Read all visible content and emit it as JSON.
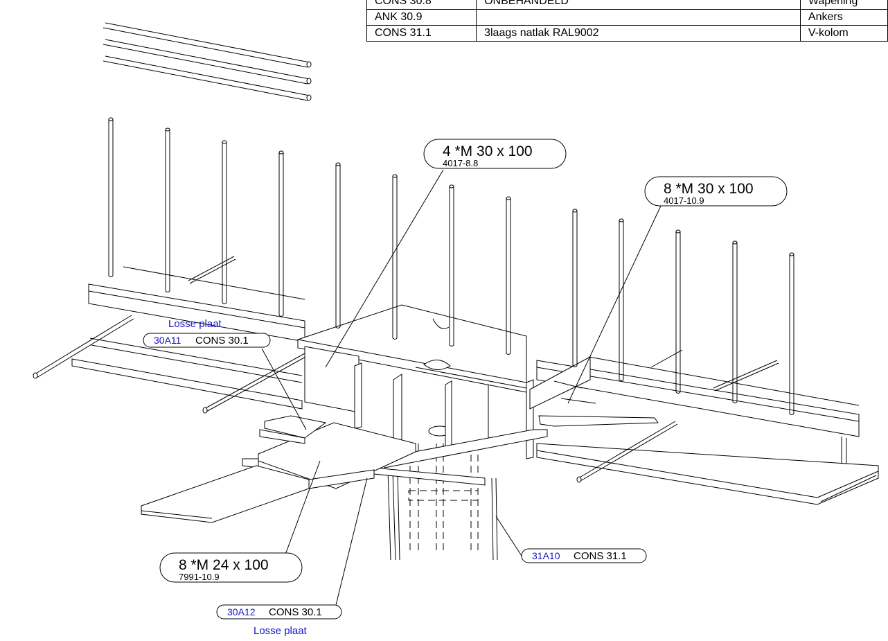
{
  "parts_table": {
    "rows": [
      {
        "part": "CONS 30.8",
        "finish": "ONBEHANDELD",
        "description": "Wapening"
      },
      {
        "part": "ANK 30.9",
        "finish": "",
        "description": "Ankers"
      },
      {
        "part": "CONS 31.1",
        "finish": "3laags natlak RAL9002",
        "description": "V-kolom"
      }
    ]
  },
  "callouts": {
    "bolt_top": {
      "size": "4 *M 30 x 100",
      "spec": "4017-8.8"
    },
    "bolt_right": {
      "size": "8 *M 30 x 100",
      "spec": "4017-10.9"
    },
    "bolt_bottom": {
      "size": "8 *M 24 x 100",
      "spec": "7991-10.9"
    }
  },
  "part_tags": {
    "plate_upper": {
      "code": "30A11",
      "cons": "CONS 30.1",
      "note": "Losse plaat"
    },
    "plate_lower": {
      "code": "30A12",
      "cons": "CONS 30.1",
      "note": "Losse plaat"
    },
    "column": {
      "code": "31A10",
      "cons": "CONS 31.1"
    }
  },
  "colors": {
    "line": "#000000",
    "tag_code": "#1515c8",
    "background": "#ffffff"
  }
}
